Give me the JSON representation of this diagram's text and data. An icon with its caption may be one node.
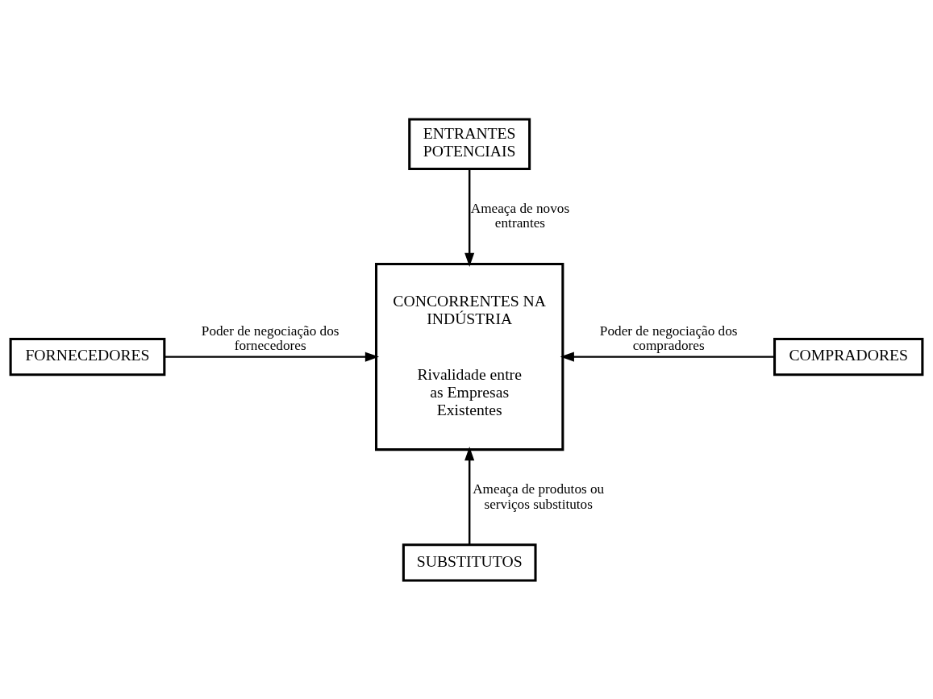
{
  "diagram": {
    "nodes": [
      {
        "text": [
          "ENTRANTES POTENCIAIS"
        ]
      },
      {
        "text": [
          "FORNECEDORES"
        ]
      },
      {
        "text": [
          "CONCORRENTES NA INDÚSTRIA",
          "Rivalidade entre as Empresas Existentes"
        ]
      },
      {
        "text": [
          "COMPRADORES"
        ]
      },
      {
        "text": [
          "SUBSTITUTOS"
        ]
      }
    ],
    "edges": [
      {
        "from": 0,
        "to": 2,
        "arrow": "to",
        "label": "Ameaça de novos entrantes"
      },
      {
        "from": 1,
        "to": 2,
        "arrow": "to",
        "label": "Poder de negociação dos fornecedores"
      },
      {
        "from": 3,
        "to": 2,
        "arrow": "to",
        "label": "Poder de negociação dos compradores"
      },
      {
        "from": 4,
        "to": 2,
        "arrow": "to",
        "label": "Ameaça de produtos ou serviços substitutos"
      }
    ]
  }
}
